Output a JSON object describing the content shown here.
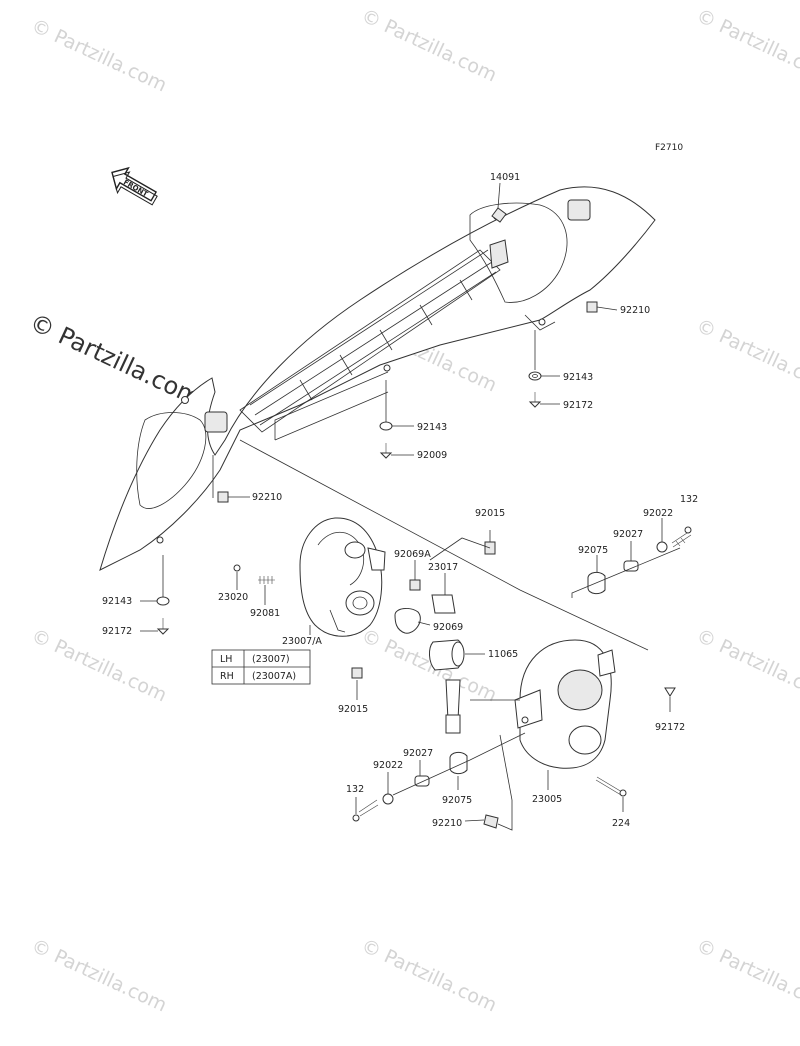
{
  "figure_code": "F2710",
  "front_badge": "FRONT",
  "watermark": {
    "main": "© Partzilla.com",
    "tile": "© Partzilla.com"
  },
  "legend": {
    "rows": [
      {
        "side": "LH",
        "part": "(23007)"
      },
      {
        "side": "RH",
        "part": "(23007A)"
      }
    ]
  },
  "labels": {
    "p14091": "14091",
    "p92210_a": "92210",
    "p92143_a": "92143",
    "p92172_a": "92172",
    "p92143_b": "92143",
    "p92009": "92009",
    "p92210_b": "92210",
    "p92143_c": "92143",
    "p92172_b": "92172",
    "p23020": "23020",
    "p92081": "92081",
    "p23007a": "23007/A",
    "p92015_a": "92015",
    "p92069a": "92069A",
    "p23017": "23017",
    "p92069": "92069",
    "p11065": "11065",
    "p92015_b": "92015",
    "p132_a": "132",
    "p92022_a": "92022",
    "p92027_a": "92027",
    "p92075_a": "92075",
    "p92172_c": "92172",
    "p23005": "23005",
    "p224": "224",
    "p92027_b": "92027",
    "p92022_b": "92022",
    "p132_b": "132",
    "p92075_b": "92075",
    "p92210_c": "92210"
  }
}
